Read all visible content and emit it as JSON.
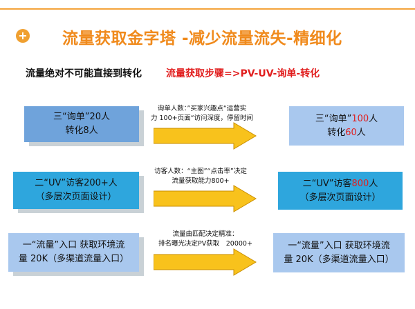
{
  "header": {
    "plus_symbol": "+",
    "title": "流量获取金字塔 -减少流量流失-精细化"
  },
  "subheader": {
    "left": "流量绝对不可能直接到转化",
    "right": "流量获取步骤=>PV-UV-询单-转化"
  },
  "tiers": [
    {
      "left_line1": "三“询单”20人",
      "left_line2": "转化8人",
      "note_line1": "询单人数：”买家兴趣点“运营实",
      "note_line2": "力 100+页面“访问深度，停留时间",
      "right_line1_prefix": "三“询单”",
      "right_line1_value": "100",
      "right_line1_suffix": "人",
      "right_line2_prefix": "转化",
      "right_line2_value": "60",
      "right_line2_suffix": "人"
    },
    {
      "left_line1": "二“UV”访客200+人",
      "left_line2": "（多层次页面设计）",
      "note_line1": "访客人数：“主图”“点击率”决定",
      "note_line2": "流量获取能力800+",
      "right_line1_prefix": "二“UV”访客",
      "right_line1_value": "800",
      "right_line1_suffix": "人",
      "right_line2": "（多层次页面设计）"
    },
    {
      "left_line1": "一“流量”入口 获取环境流",
      "left_line2": "量 20K（多渠道流量入口）",
      "note_line1": "流量由匹配决定精准：",
      "note_line2": "排名曝光决定PV获取　20000+",
      "right_line1": "一“流量”入口 获取环境流",
      "right_line2": "量 20K（多渠道流量入口）"
    }
  ],
  "colors": {
    "accent_orange": "#f08a1c",
    "red": "#e02020",
    "arrow_yellow": "#f8c21c",
    "box_blue": "#6fa3db",
    "box_cyan": "#2ea6dd",
    "box_light_blue": "#a9c8ee"
  }
}
